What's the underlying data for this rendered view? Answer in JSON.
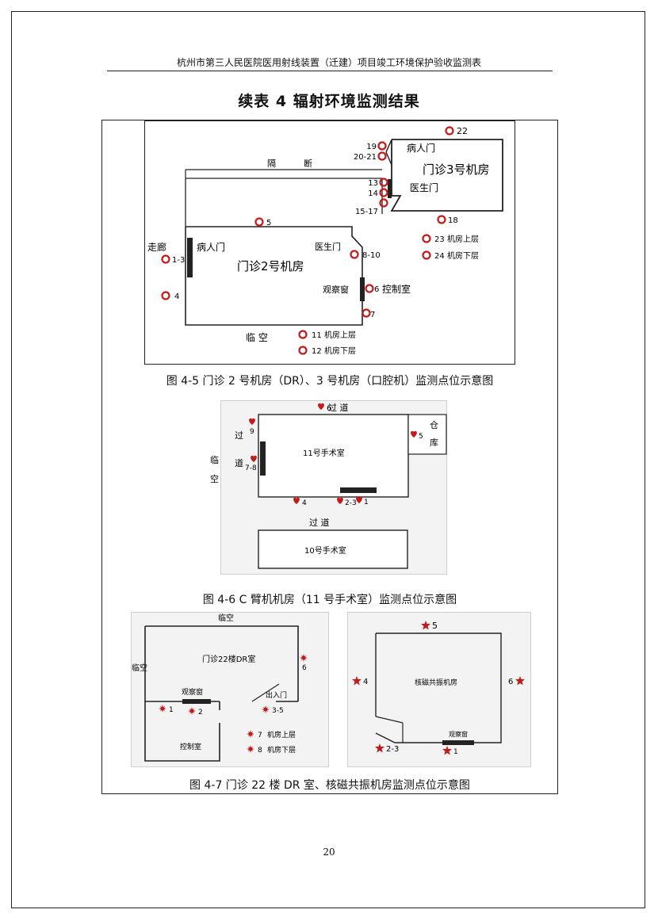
{
  "header": {
    "text": "杭州市第三人民医院医用射线装置（迁建）项目竣工环境保护验收监测表"
  },
  "title": "续表 4    辐射环境监测结果",
  "fig45": {
    "caption": "图 4-5 门诊 2 号机房（DR）、3 号机房（口腔机）监测点位示意图",
    "room2_label": "门诊2号机房",
    "room3_label": "门诊3号机房",
    "partition_label_1": "隔",
    "partition_label_2": "断",
    "corridor_label": "走廊",
    "patient_door_2": "病人门",
    "patient_door_3": "病人门",
    "doctor_door_3": "医生门",
    "doctor_door_2": "医生门",
    "observation_window": "观察窗",
    "control_room": "控制室",
    "outside_label": "临  空",
    "points": {
      "p22": "22",
      "p19": "19",
      "p20_21": "20-21",
      "p13": "13",
      "p14": "14",
      "p15_17": "15-17",
      "p18": "18",
      "p5": "5",
      "p1_3": "1-3",
      "p4": "4",
      "p8_10": "8-10",
      "p6": "6",
      "p7": "7",
      "p11": "11",
      "p12": "12",
      "p23": "23",
      "p24": "24"
    },
    "legend": {
      "above_23": "机房上层",
      "below_24": "机房下层",
      "above_11": "机房上层",
      "below_12": "机房下层"
    }
  },
  "fig46": {
    "caption": "图 4-6   C 臂机机房（11 号手术室）监测点位示意图",
    "room11_label": "11号手术室",
    "room10_label": "10号手术室",
    "top_corridor": "过  道",
    "bottom_corridor": "过  道",
    "left_corridor_1": "过",
    "left_corridor_2": "道",
    "outside_1": "临",
    "outside_2": "空",
    "storage_1": "仓",
    "storage_2": "库",
    "points": {
      "p6": "6",
      "p9": "9",
      "p7_8": "7-8",
      "p5": "5",
      "p4": "4",
      "p2_3": "2-3",
      "p1": "1"
    }
  },
  "fig47": {
    "caption": "图 4-7   门诊 22 楼 DR 室、核磁共振机房监测点位示意图",
    "dr_room_label": "门诊22楼DR室",
    "outside_top": "临空",
    "outside_left": "临空",
    "observation_window": "观察窗",
    "control_room": "控制室",
    "entrance": "出入门",
    "mri_label": "核磁共振机房",
    "mri_window": "观察窗",
    "points": {
      "p1": "1",
      "p2": "2",
      "p3_5": "3-5",
      "p6": "6",
      "p7": "7",
      "p8": "8",
      "m5": "5",
      "m4": "4",
      "m6": "6",
      "m2_3": "2-3",
      "m1": "1"
    },
    "legend": {
      "above_7": "机房上层",
      "below_8": "机房下层"
    }
  },
  "page_number": "20",
  "colors": {
    "marker_red": "#c41a1a",
    "line": "#222222",
    "frame_bg": "#f3f3f3"
  }
}
